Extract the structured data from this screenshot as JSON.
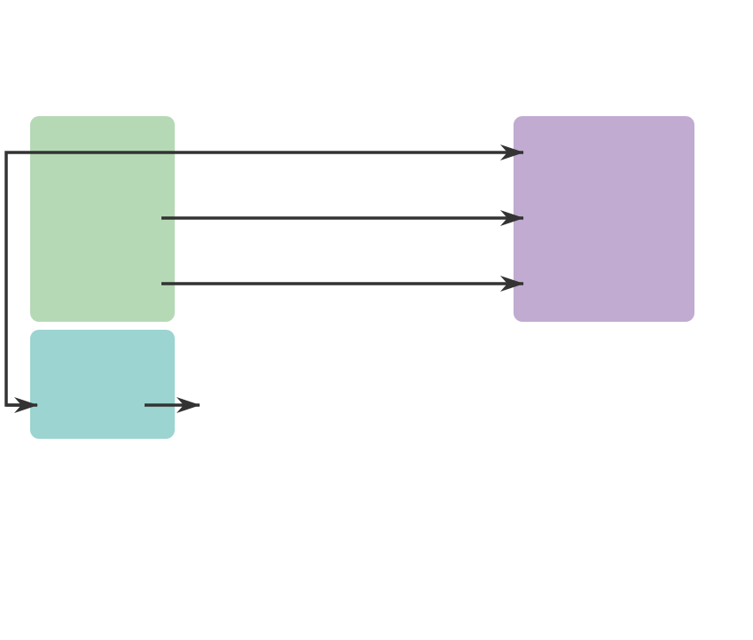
{
  "diagram": {
    "type": "block-flow",
    "labels_visible": false,
    "colors": {
      "background": "#ffffff",
      "green_box": "#b5d9b5",
      "teal_box": "#9bd4d0",
      "purple_box": "#c1abd1",
      "arrow": "#333333"
    },
    "nodes": [
      {
        "id": "green-box",
        "color_key": "green_box"
      },
      {
        "id": "teal-box",
        "color_key": "teal_box"
      },
      {
        "id": "purple-box",
        "color_key": "purple_box"
      }
    ],
    "edges": [
      {
        "id": "loop-top-to-purple",
        "from": "left-bus",
        "to": "purple-box"
      },
      {
        "id": "green-to-purple-middle",
        "from": "green-box",
        "to": "purple-box"
      },
      {
        "id": "green-to-purple-lower",
        "from": "green-box",
        "to": "purple-box"
      },
      {
        "id": "bus-into-teal",
        "from": "left-bus",
        "to": "teal-box"
      },
      {
        "id": "teal-outgoing",
        "from": "teal-box",
        "to": ""
      }
    ]
  }
}
